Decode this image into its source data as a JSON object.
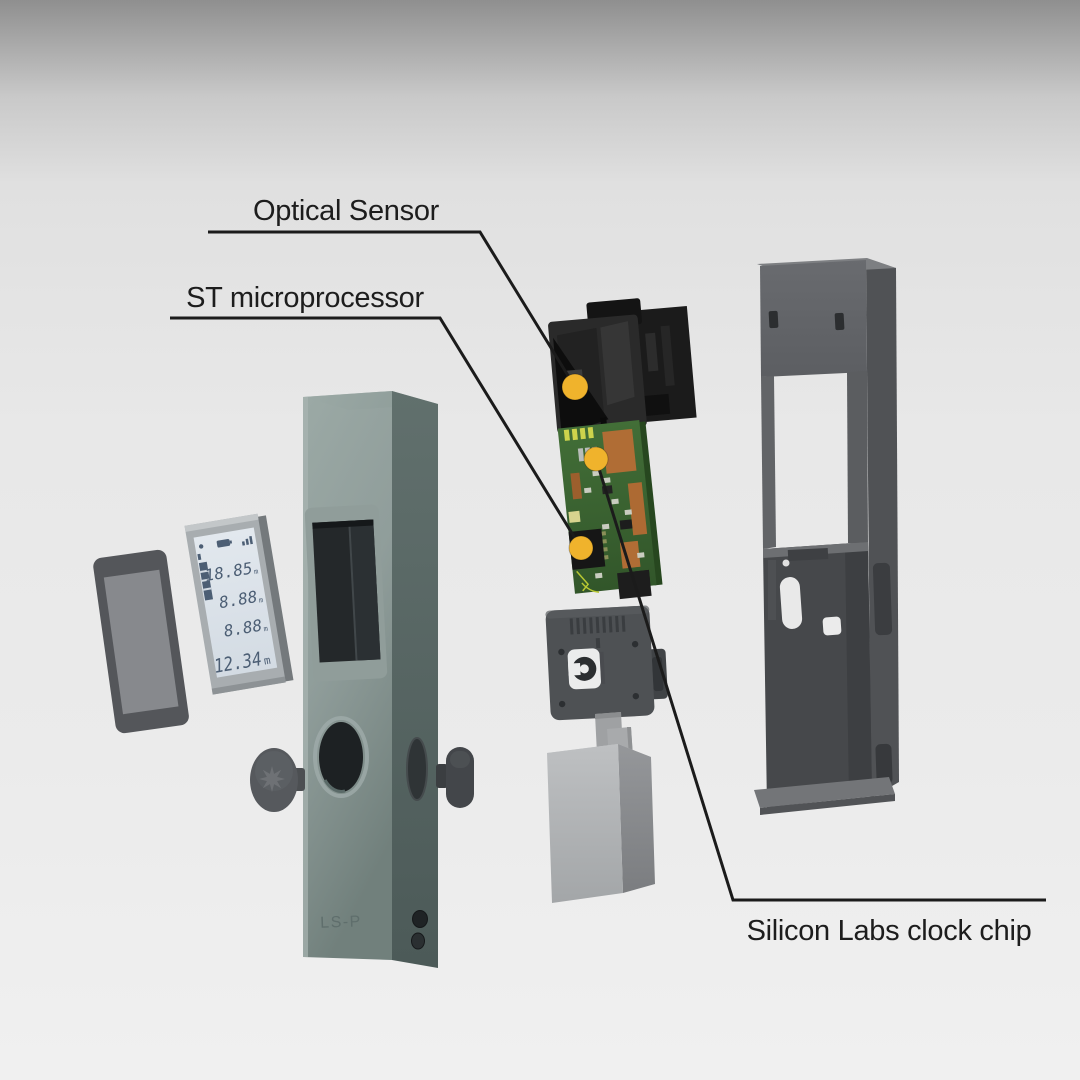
{
  "callouts": {
    "optical_sensor": {
      "label": "Optical Sensor"
    },
    "st_microprocessor": {
      "label": "ST microprocessor"
    },
    "silicon_labs": {
      "label": "Silicon Labs clock chip"
    }
  },
  "device": {
    "model_label": "LS-P",
    "lcd": {
      "status_icons": [
        "laser-dot-icon",
        "battery-icon",
        "signal-strength-icon"
      ],
      "reference_icon": "device-ruler-icon",
      "rows": [
        {
          "value": "18.85",
          "unit": "m"
        },
        {
          "value": "8.88",
          "unit": "m"
        },
        {
          "value": "8.88",
          "unit": "m"
        },
        {
          "value": "12.34",
          "unit": "m"
        }
      ]
    },
    "parts": [
      "glass-lens-panel",
      "lcd-display-module",
      "front-housing",
      "measure-button",
      "side-button",
      "optical-sensor-module",
      "main-pcb",
      "buzzer-module",
      "battery",
      "rear-housing"
    ]
  },
  "colors": {
    "background": "#e9e9e9",
    "leader_line": "#1b1b1b",
    "callout_dot": "#f0b32c",
    "device_body": "#84938f",
    "pcb_green": "#3c6632",
    "housing_gray": "#5e6064",
    "lcd_digits": "#4c5e74"
  }
}
